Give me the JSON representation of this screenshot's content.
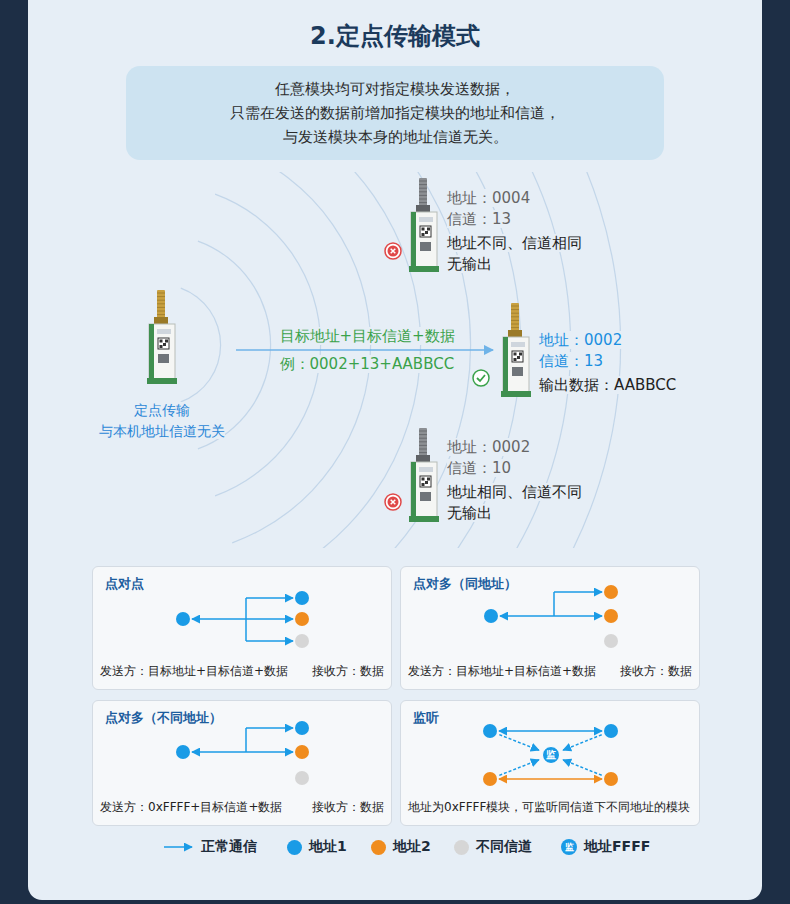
{
  "diagram": {
    "title": "2.定点传输模式",
    "nodes": [
      {
        "text": [
          "任意模块均可对指定模块发送数据， 只需在发送的数据前增加指定模块的地址和信道， 与发送模块本身的地址信道无关。"
        ]
      },
      {
        "text": [
          "地址：0004",
          "信道：13",
          "地址不同、信道相同 无输出"
        ]
      },
      {
        "text": [
          "定点传输 与本机地址信道无关"
        ]
      },
      {
        "text": [
          "地址：0002",
          "信道：13",
          "输出数据：AABBCC"
        ]
      },
      {
        "text": [
          "地址：0002",
          "信道：10",
          "地址相同、信道不同 无输出"
        ]
      },
      {
        "text": [
          "点对点",
          "发送方：目标地址+目标信道+数据",
          "接收方：数据"
        ]
      },
      {
        "text": [
          "点对多（同地址）",
          "发送方：目标地址+目标信道+数据",
          "接收方：数据"
        ]
      },
      {
        "text": [
          "点对多（不同地址）",
          "发送方：0xFFFF+目标信道+数据",
          "接收方：数据"
        ]
      },
      {
        "text": [
          "监听",
          "地址为0xFFFF模块，可监听同信道下不同地址的模块"
        ]
      },
      {
        "text": [
          "监"
        ],
        "in": 8
      }
    ],
    "edges": [
      {
        "from": 2,
        "to": 3,
        "arrow": "to",
        "label": "目标地址+目标信道+数据 例：0002+13+AABBCC"
      }
    ],
    "labels": [
      "监"
    ],
    "legend": [
      {
        "text": "正常通信"
      },
      {
        "text": "地址1",
        "color": "#1a9be6"
      },
      {
        "text": "地址2",
        "color": "#f08c1e"
      },
      {
        "text": "不同信道",
        "color": "#d6d6d6"
      },
      {
        "text": "地址FFFF"
      }
    ]
  }
}
